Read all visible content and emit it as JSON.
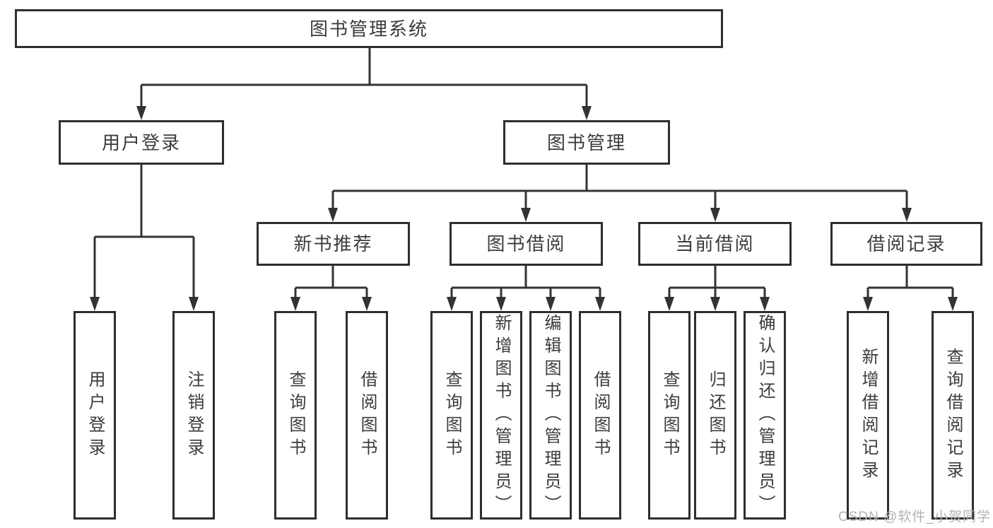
{
  "diagram_title": "图书管理系统",
  "watermark": "CSDN @软件_小贺同学",
  "colors": {
    "background": "#ffffff",
    "box_border": "#2e2e2e",
    "line": "#333333",
    "text": "#3c3c3c",
    "watermark": "#b3b3b3"
  },
  "tree": {
    "root": {
      "id": "library-management-system",
      "label": "图书管理系统"
    },
    "level2": [
      {
        "id": "user-login",
        "label": "用户登录"
      },
      {
        "id": "book-management",
        "label": "图书管理"
      }
    ],
    "level3": [
      {
        "id": "new-book-recommend",
        "label": "新书推荐",
        "parent": "图书管理"
      },
      {
        "id": "book-borrowing",
        "label": "图书借阅",
        "parent": "图书管理"
      },
      {
        "id": "current-borrowing",
        "label": "当前借阅",
        "parent": "图书管理"
      },
      {
        "id": "borrowing-records",
        "label": "借阅记录",
        "parent": "图书管理"
      }
    ],
    "leaves": [
      {
        "id": "user-login-leaf",
        "label": "用户登录",
        "parent": "用户登录"
      },
      {
        "id": "logout",
        "label": "注销登录",
        "parent": "用户登录"
      },
      {
        "id": "query-books-1",
        "label": "查询图书",
        "parent": "新书推荐"
      },
      {
        "id": "borrow-books-1",
        "label": "借阅图书",
        "parent": "新书推荐"
      },
      {
        "id": "query-books-2",
        "label": "查询图书",
        "parent": "图书借阅"
      },
      {
        "id": "add-books-admin",
        "label": "新增图书（管理员）",
        "parent": "图书借阅"
      },
      {
        "id": "edit-books-admin",
        "label": "编辑图书（管理员）",
        "parent": "图书借阅"
      },
      {
        "id": "borrow-books-2",
        "label": "借阅图书",
        "parent": "图书借阅"
      },
      {
        "id": "query-books-3",
        "label": "查询图书",
        "parent": "当前借阅"
      },
      {
        "id": "return-books",
        "label": "归还图书",
        "parent": "当前借阅"
      },
      {
        "id": "confirm-return-admin",
        "label": "确认归还（管理员）",
        "parent": "当前借阅"
      },
      {
        "id": "add-borrow-record",
        "label": "新增借阅记录",
        "parent": "借阅记录"
      },
      {
        "id": "query-borrow-record",
        "label": "查询借阅记录",
        "parent": "借阅记录"
      }
    ]
  }
}
